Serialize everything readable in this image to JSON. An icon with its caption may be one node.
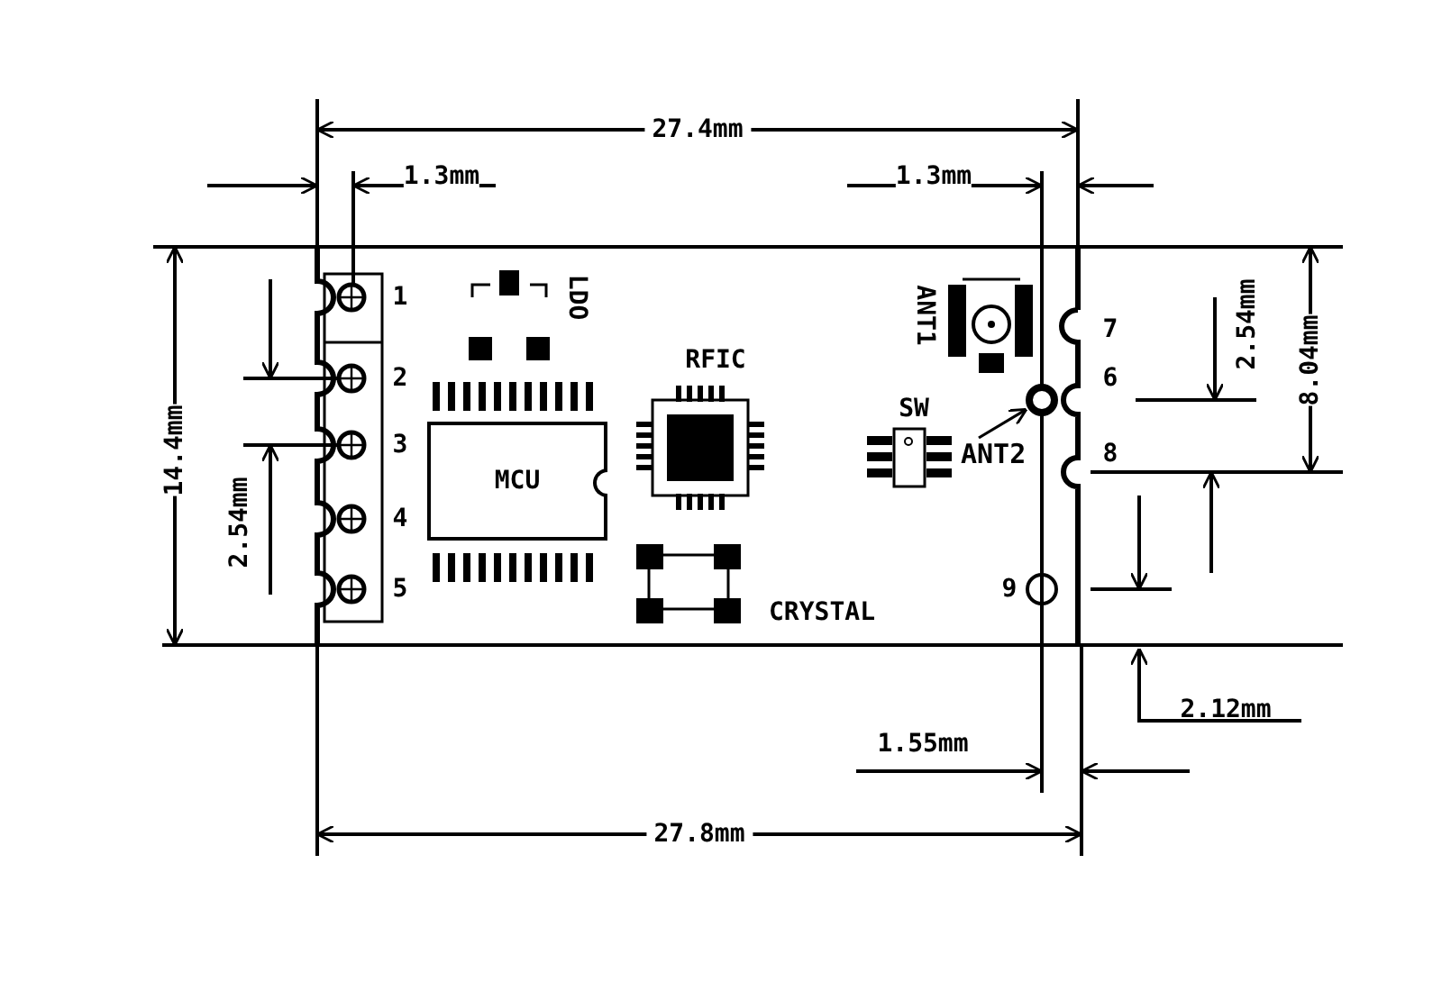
{
  "diagram": {
    "nodes": [
      {
        "text": [
          "MCU"
        ]
      },
      {
        "text": [
          "ANT2"
        ]
      },
      {
        "text": [],
        "shape": "circle"
      }
    ],
    "edges": [
      {
        "from": 1,
        "to": 2,
        "arrow": "to"
      }
    ],
    "labels": [
      "27.4mm",
      "1.3mm",
      "1.3mm",
      "1",
      "LDO",
      "ANT1",
      "7",
      "2.54mm",
      "8.04mm",
      "2",
      "RFIC",
      "SW",
      "6",
      "3",
      "8",
      "14.4mm",
      "4",
      "2.54mm",
      "5",
      "9",
      "CRYSTAL",
      "2.12mm",
      "1.55mm",
      "27.8mm"
    ]
  }
}
